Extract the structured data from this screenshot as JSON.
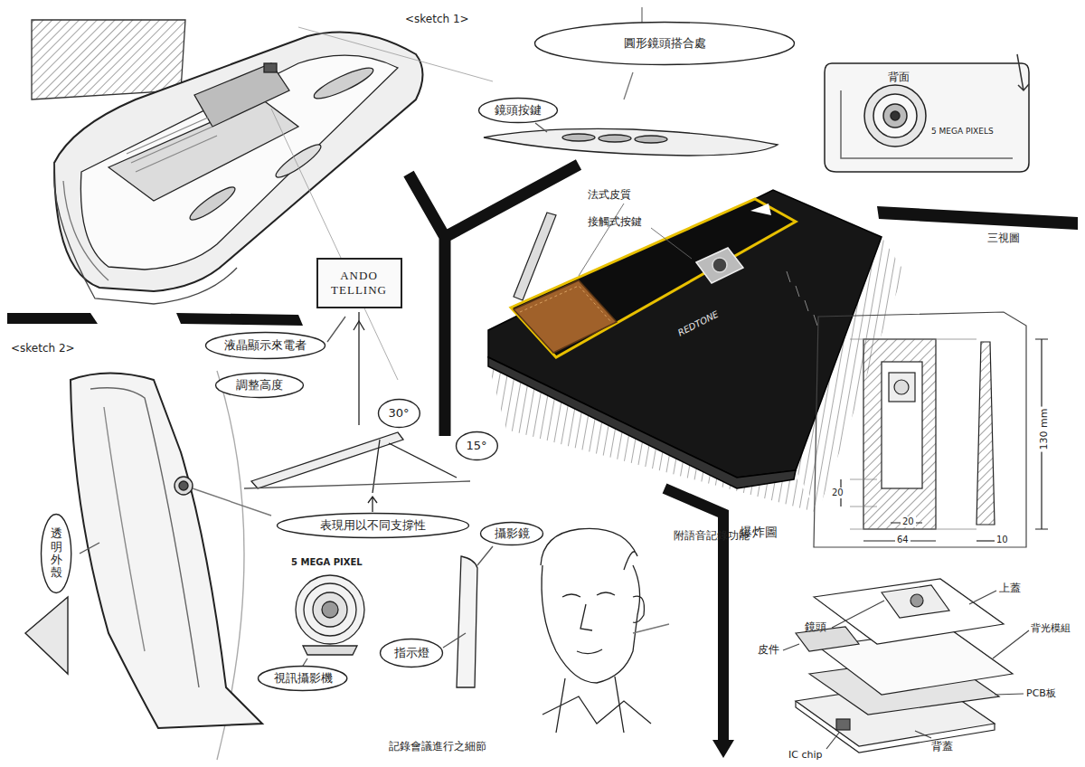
{
  "diagram": {
    "nodes": [
      {
        "text": [
          "圓形鏡頭搭合處"
        ]
      },
      {
        "text": [
          "鏡頭按鍵"
        ]
      },
      {
        "text": [
          "ANDO",
          "TELLING"
        ]
      },
      {
        "text": [
          "液晶顯示來電者"
        ]
      },
      {
        "text": [
          "調整高度"
        ]
      },
      {
        "text": [
          "30°"
        ]
      },
      {
        "text": [
          "15°"
        ]
      },
      {
        "text": [
          "表現用以不同支撐性"
        ]
      },
      {
        "text": [
          "攝影鏡"
        ]
      },
      {
        "text": [
          "透明外殼"
        ]
      },
      {
        "text": [
          "指示燈"
        ]
      },
      {
        "text": [
          "視訊攝影機"
        ]
      }
    ],
    "labels": [
      "<sketch 1>",
      "背面",
      "5 MEGA PIXELS",
      "法式皮質",
      "接觸式按鍵",
      "三視圖",
      "<sketch 2>",
      "REDTONE",
      "130 mm",
      "20",
      "5 MEGA PIXEL",
      "爆炸圖",
      "附語音記錄功能",
      "20",
      "64",
      "10",
      "鏡頭",
      "上蓋",
      "皮件",
      "背光模組",
      "PCB板",
      "背蓋",
      "IC chip",
      "記錄會議進行之細節"
    ]
  }
}
